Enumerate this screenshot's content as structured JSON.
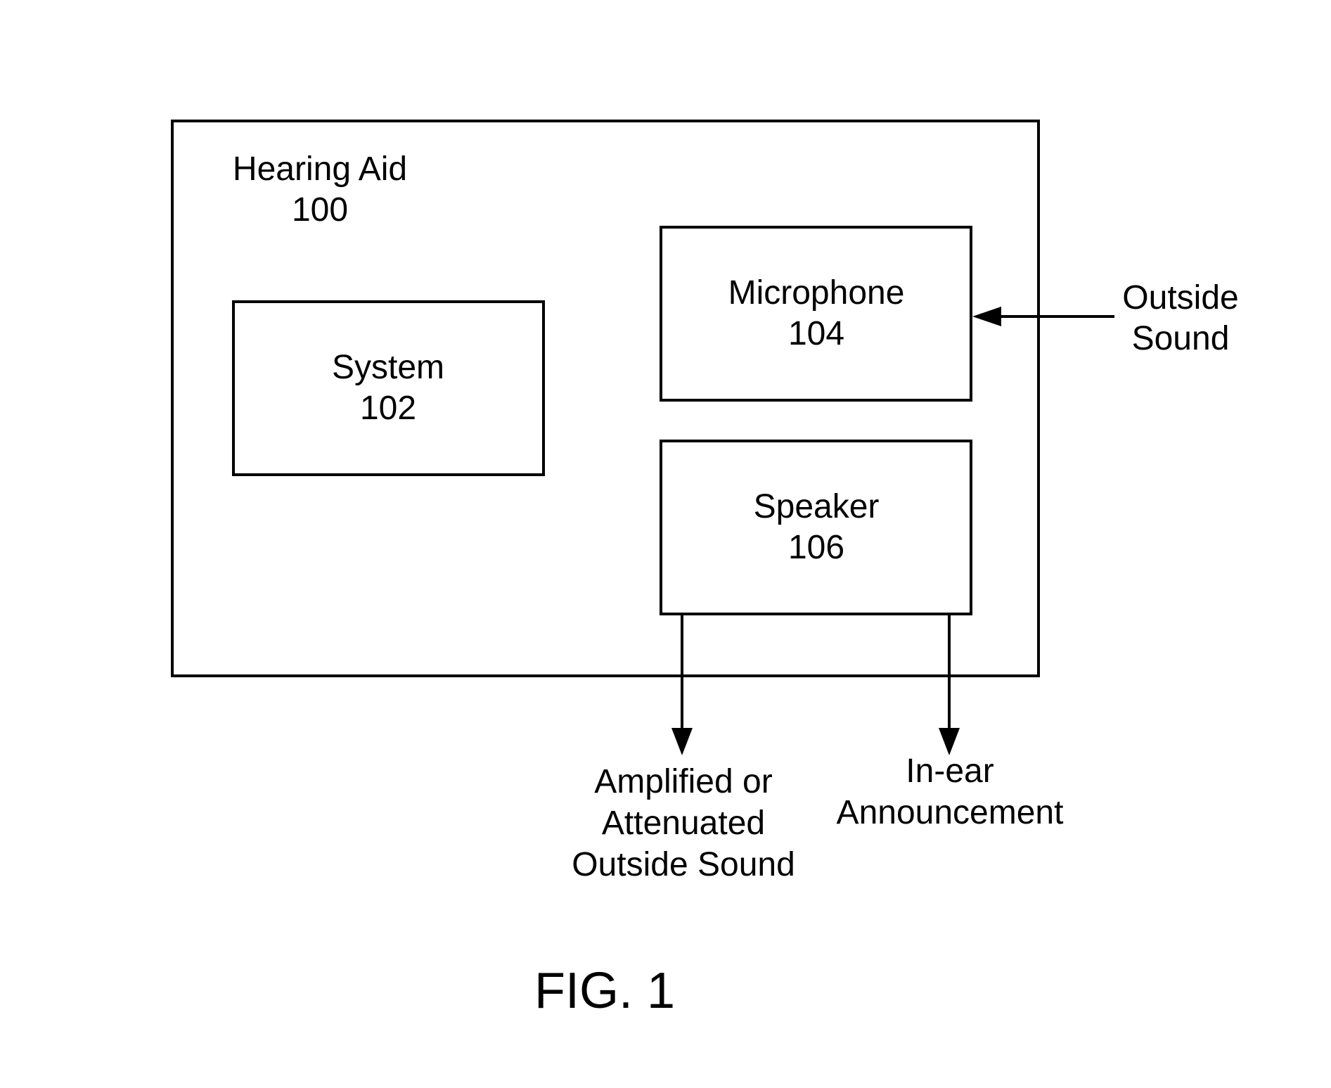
{
  "hearing_aid": {
    "label": "Hearing Aid",
    "number": "100"
  },
  "system": {
    "label": "System",
    "number": "102"
  },
  "microphone": {
    "label": "Microphone",
    "number": "104"
  },
  "speaker": {
    "label": "Speaker",
    "number": "106"
  },
  "input": {
    "line1": "Outside",
    "line2": "Sound"
  },
  "output_sound": {
    "line1": "Amplified or",
    "line2": "Attenuated",
    "line3": "Outside Sound"
  },
  "output_announcement": {
    "line1": "In-ear",
    "line2": "Announcement"
  },
  "figure": {
    "caption": "FIG. 1"
  }
}
